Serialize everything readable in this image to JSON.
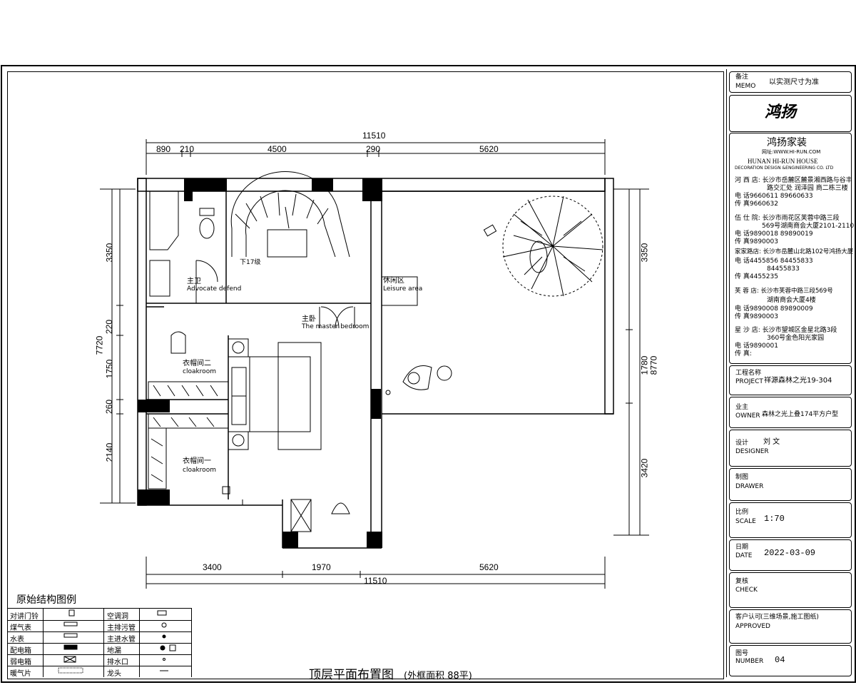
{
  "drawing": {
    "title": "顶层平面布置图",
    "area_note": "(外框面积 88平)",
    "top_total": "11510",
    "top_segments": [
      "890",
      "210",
      "4500",
      "290",
      "5620"
    ],
    "bottom_segments": [
      "3400",
      "1970",
      "5620"
    ],
    "bottom_total": "11510",
    "left_total": "7720",
    "left_segments": [
      "3350",
      "220",
      "1750",
      "260",
      "2140"
    ],
    "right_total": "8770",
    "right_segments": [
      "3350",
      "1780",
      "3420"
    ],
    "rooms": {
      "stair_label": "下17级",
      "guard_cn": "主卫",
      "guard_en": "Advocate defend",
      "leisure_cn": "休闲区",
      "leisure_en": "Leisure area",
      "master_cn": "主卧",
      "master_en": "The master bedroom",
      "cloak2_cn": "衣帽间二",
      "cloak2_en": "cloakroom",
      "cloak1_cn": "衣帽间一",
      "cloak1_en": "cloakroom"
    }
  },
  "legend": {
    "title": "原始结构图例",
    "rows": [
      [
        "对讲门铃",
        "空调洞"
      ],
      [
        "煤气表",
        "主排污管"
      ],
      [
        "水表",
        "主进水管"
      ],
      [
        "配电箱",
        "地漏"
      ],
      [
        "弱电箱",
        "排水口"
      ],
      [
        "暖气片",
        "龙头"
      ]
    ]
  },
  "title_block": {
    "memo_cn": "备注",
    "memo_en": "MEMO",
    "memo_value": "以实测尺寸为准",
    "logo_text": "鸿扬",
    "company_cn": "鸿扬家装",
    "company_web": "网址:WWW.HI-RUN.COM",
    "company_en": "HUNAN HI-RUN HOUSE",
    "company_en2": "DECORATION DESIGN &ENGINEERING CO. LTD",
    "offices": [
      "河 西 店: 长沙市岳麓区麓景湘西路与谷丰",
      "路交汇处 润泽园 商二栋三楼",
      "电    话9660611    89660633",
      "传    真9660632",
      "伍 仕 院: 长沙市雨花区芙蓉中路三段",
      "569号湖南商会大厦2101-2110",
      "电    话9890018    89890019",
      "传    真9890003",
      "家家路店: 长沙市岳麓山北路102号鸿扬大厦",
      "电    话4455856    84455833",
      "84455833",
      "传    真4455235",
      "芙 蓉 店: 长沙市芙蓉中路三段569号",
      "湖南商会大厦4楼",
      "电    话9890008    89890009",
      "传    真9890003",
      "星 沙 店: 长沙市望城区金星北路3段",
      "360号金色阳光家园",
      "电    话9890001",
      "传    真:"
    ],
    "project_cn": "工程名称",
    "project_en": "PROJECT",
    "project_value": "祥源森林之光19-304",
    "owner_cn": "业主",
    "owner_en": "OWNER",
    "owner_value": "森林之光上叠174平方户型",
    "designer_cn": "设计",
    "designer_en": "DESIGNER",
    "designer_value": "刘 文",
    "drawer_cn": "制图",
    "drawer_en": "DRAWER",
    "scale_cn": "比例",
    "scale_en": "SCALE",
    "scale_value": "1:70",
    "date_cn": "日期",
    "date_en": "DATE",
    "date_value": "2022-03-09",
    "check_cn": "复核",
    "check_en": "CHECK",
    "approved_cn": "客户认可",
    "approved_value": "(三维场景,施工图纸)",
    "approved_en": "APPROVED",
    "number_cn": "图号",
    "number_en": "NUMBER",
    "number_value": "04"
  }
}
